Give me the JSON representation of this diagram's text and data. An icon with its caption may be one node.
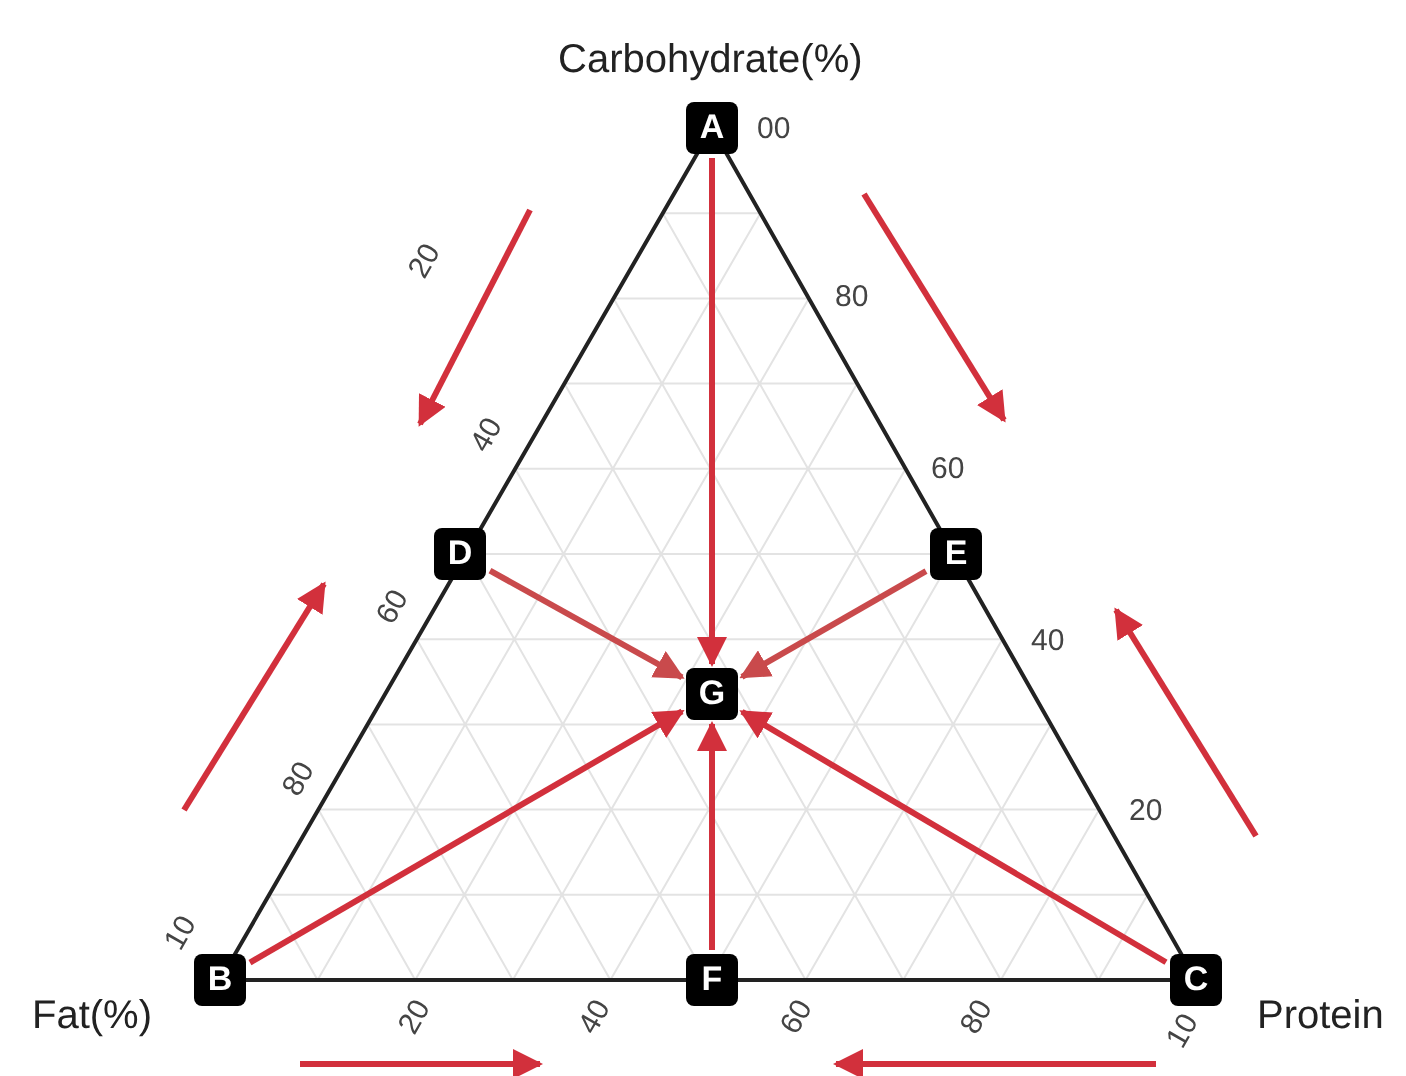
{
  "diagram": {
    "nodes": [
      {
        "text": [
          "A"
        ]
      },
      {
        "text": [
          "B"
        ]
      },
      {
        "text": [
          "C"
        ]
      },
      {
        "text": [
          "D"
        ]
      },
      {
        "text": [
          "E"
        ]
      },
      {
        "text": [
          "F"
        ]
      },
      {
        "text": [
          "G"
        ]
      }
    ],
    "edges": [
      {
        "from": 0,
        "to": 6,
        "arrow": "to"
      },
      {
        "from": 3,
        "to": 6,
        "arrow": "to",
        "color": "#c94a4c"
      },
      {
        "from": 4,
        "to": 6,
        "arrow": "to",
        "color": "#c94a4c"
      },
      {
        "from": 1,
        "to": 6,
        "arrow": "to"
      },
      {
        "from": 5,
        "to": 6,
        "arrow": "to"
      },
      {
        "from": 2,
        "to": 6,
        "arrow": "to"
      }
    ],
    "labels": [
      "Carbohydrate(%)",
      "00",
      "80",
      "20",
      "40",
      "60",
      "60",
      "40",
      "80",
      "20",
      "10",
      "Fat(%)",
      "20",
      "40",
      "60",
      "80",
      "10",
      "Protein"
    ]
  }
}
